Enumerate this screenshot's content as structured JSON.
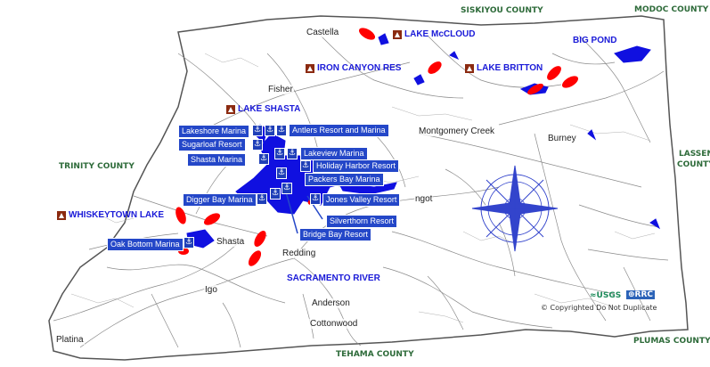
{
  "counties": {
    "siskiyou": "SISKIYOU COUNTY",
    "modoc": "MODOC COUNTY",
    "trinity": "TRINITY COUNTY",
    "lassen_1": "LASSEN",
    "lassen_2": "COUNTY",
    "tehama": "TEHAMA COUNTY",
    "plumas": "PLUMAS COUNTY"
  },
  "towns": {
    "castella": "Castella",
    "fisher": "Fisher",
    "montgomery_creek": "Montgomery Creek",
    "burney": "Burney",
    "shasta": "Shasta",
    "redding": "Redding",
    "igo": "Igo",
    "anderson": "Anderson",
    "cottonwood": "Cottonwood",
    "platina": "Platina",
    "ingot": "ngot"
  },
  "lakes": {
    "mccloud": "LAKE McCLOUD",
    "iron_canyon": "IRON CANYON RES",
    "britton": "LAKE BRITTON",
    "big_pond": "BIG POND",
    "shasta": "LAKE SHASTA",
    "whiskeytown": "WHISKEYTOWN LAKE"
  },
  "river": "SACRAMENTO RIVER",
  "marinas": {
    "lakeshore": "Lakeshore Marina",
    "antlers": "Antlers Resort and Marina",
    "sugarloaf": "Sugarloaf Resort",
    "shasta_marina": "Shasta Marina",
    "lakeview": "Lakeview Marina",
    "holiday_harbor": "Holiday Harbor Resort",
    "packers_bay": "Packers Bay Marina",
    "digger_bay": "Digger Bay Marina",
    "jones_valley": "Jones Valley Resort",
    "silverthorn": "Silverthorn Resort",
    "bridge_bay": "Bridge Bay Resort",
    "oak_bottom": "Oak Bottom Marina"
  },
  "footer": {
    "usgs": "≈USGS",
    "rrc": "⊕RRC",
    "copyright": "© Copyrighted Do Not Duplicate"
  },
  "colors": {
    "county_label": "#2e6b3a",
    "lake_label": "#1a1ad8",
    "marina_box": "#2447c8",
    "hotspot": "#ff0000",
    "water": "#1010e0",
    "roads": "#888888",
    "compass": "#3344cc"
  },
  "icons": {
    "campground": "campground-icon",
    "marina": "anchor-icon",
    "compass": "compass-rose-icon"
  }
}
